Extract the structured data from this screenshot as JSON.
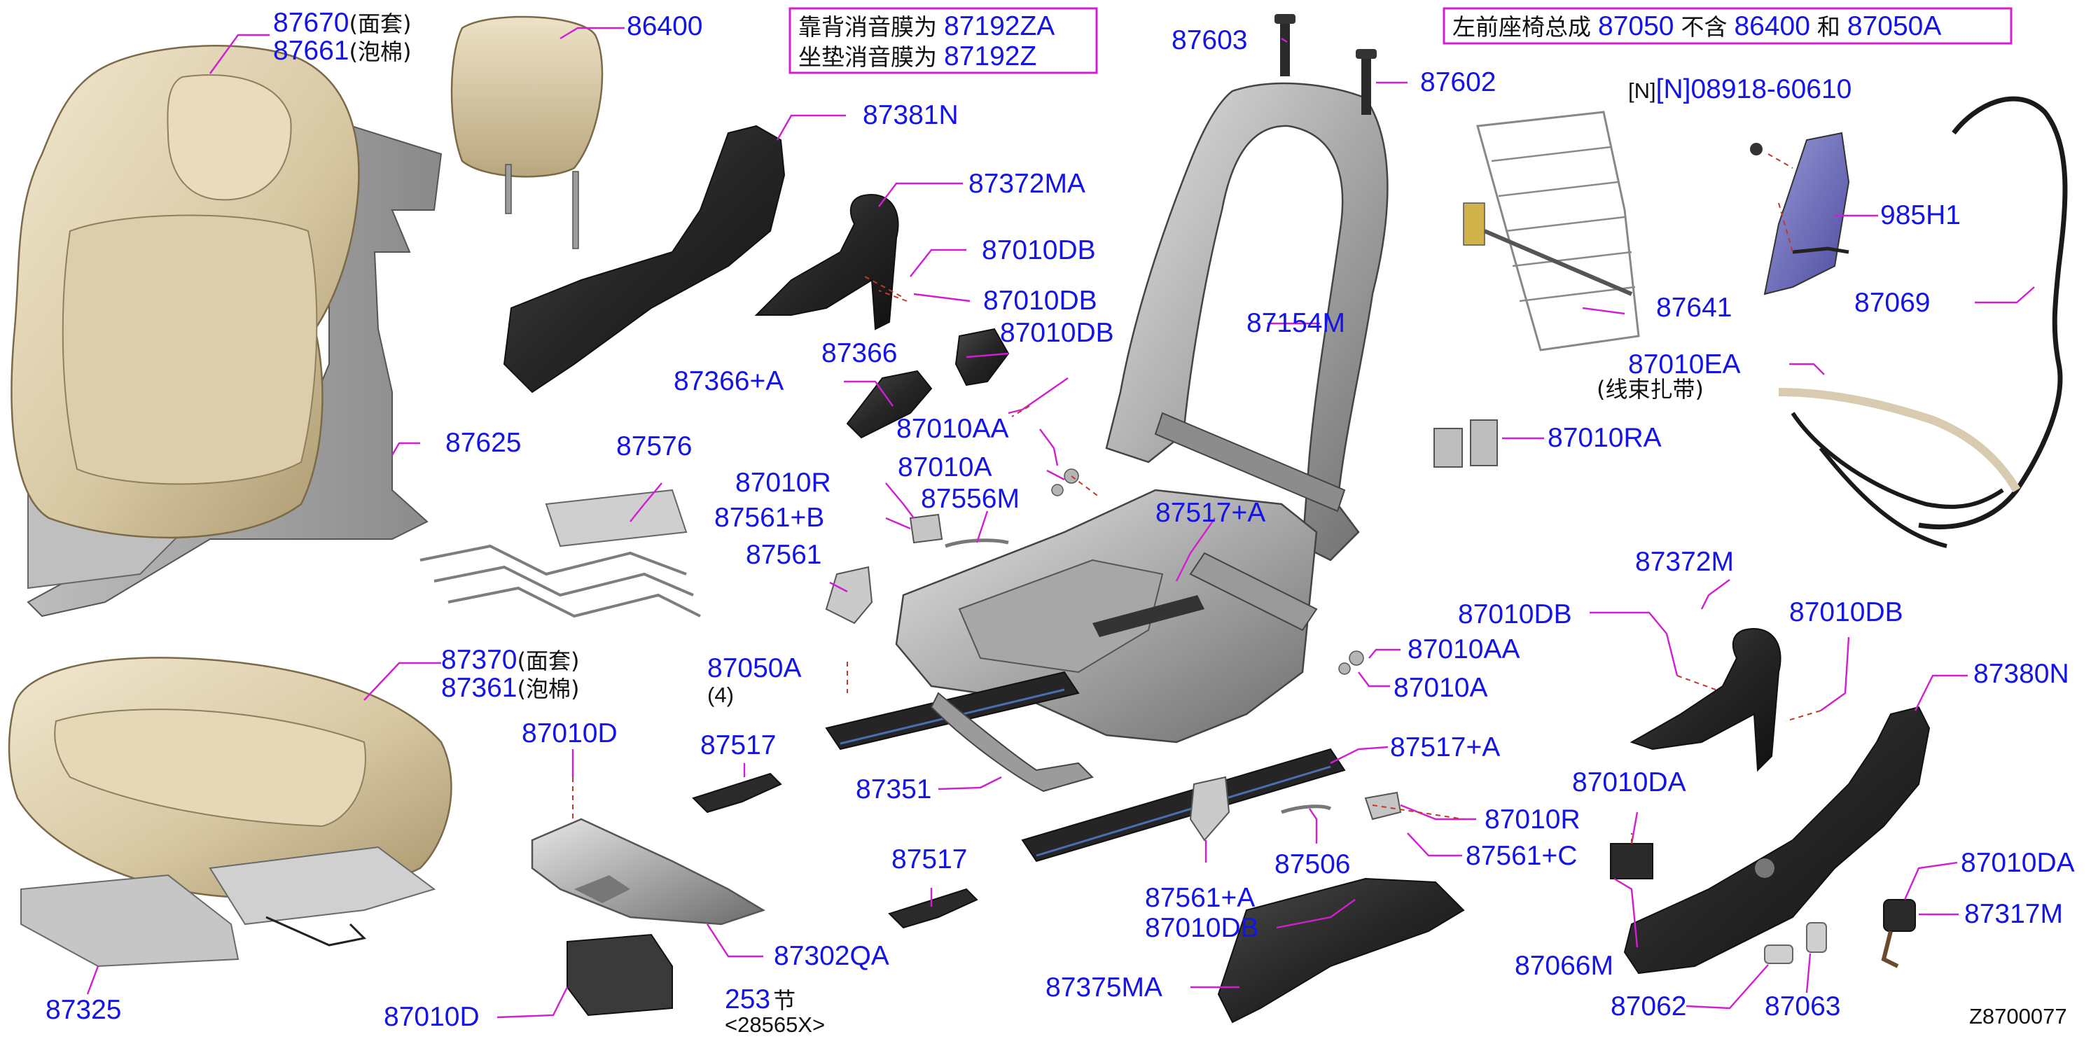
{
  "notes": {
    "line1_text": "靠背消音膜为",
    "line1_part": "87192ZA",
    "line2_text": "坐垫消音膜为",
    "line2_part": "87192Z",
    "assy_text1": "左前座椅总成",
    "assy_part1": "87050",
    "assy_text2": "不含",
    "assy_part2": "86400",
    "assy_text3": "和",
    "assy_part3": "87050A"
  },
  "callouts": {
    "p87670": "87670",
    "p87670_note": "(面套)",
    "p87661": "87661",
    "p87661_note": "(泡棉)",
    "p86400": "86400",
    "p87603": "87603",
    "p87602": "87602",
    "p08918": "[N]08918-60610",
    "p87381N": "87381N",
    "p87372MA": "87372MA",
    "p87010DB_1": "87010DB",
    "p87010DB_2": "87010DB",
    "p87010DB_3": "87010DB",
    "p87366": "87366",
    "p87366A": "87366+A",
    "p985H1": "985H1",
    "p87154M": "87154M",
    "p87641": "87641",
    "p87069": "87069",
    "p87010EA": "87010EA",
    "p87010EA_note": "(线束扎带)",
    "p87625": "87625",
    "p87576": "87576",
    "p87010AA_1": "87010AA",
    "p87010A_1": "87010A",
    "p87010RA": "87010RA",
    "p87010R_1": "87010R",
    "p87561B": "87561+B",
    "p87556M": "87556M",
    "p87517A_1": "87517+A",
    "p87561": "87561",
    "p87372M": "87372M",
    "p87010DB_4": "87010DB",
    "p87010DB_5": "87010DB",
    "p87370": "87370",
    "p87370_note": "(面套)",
    "p87361": "87361",
    "p87361_note": "(泡棉)",
    "p87050A": "87050A",
    "p87050A_qty": "(4)",
    "p87010AA_2": "87010AA",
    "p87010A_2": "87010A",
    "p87380N": "87380N",
    "p87010D_1": "87010D",
    "p87517_1": "87517",
    "p87517A_2": "87517+A",
    "p87010DA_1": "87010DA",
    "p87351": "87351",
    "p87010R_2": "87010R",
    "p87561C": "87561+C",
    "p87517_2": "87517",
    "p87506": "87506",
    "p87561A": "87561+A",
    "p87010DA_2": "87010DA",
    "p87010DB_6": "87010DB",
    "p87317M": "87317M",
    "p87302QA": "87302QA",
    "p87066M": "87066M",
    "p87325": "87325",
    "p87010D_2": "87010D",
    "p253": "253",
    "p253_suffix": "节",
    "p253_sub": "<28565X>",
    "p87375MA": "87375MA",
    "p87062": "87062",
    "p87063": "87063",
    "drawing_id": "Z8700077"
  }
}
